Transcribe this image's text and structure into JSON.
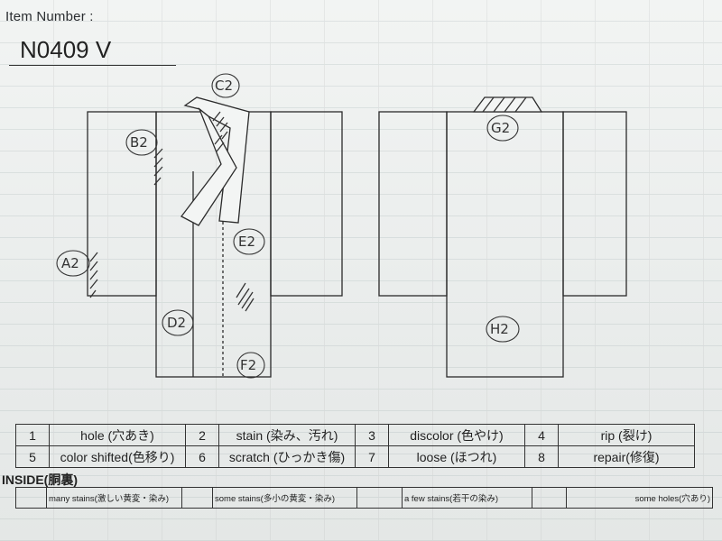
{
  "item": {
    "label": "Item Number :",
    "value": "N0409   V"
  },
  "marks": {
    "A": "A2",
    "B": "B2",
    "C": "C2",
    "D": "D2",
    "E": "E2",
    "F": "F2",
    "G": "G2",
    "H": "H2"
  },
  "legend": {
    "row1": [
      {
        "num": "1",
        "label": "hole (穴あき)"
      },
      {
        "num": "2",
        "label": "stain (染み、汚れ)"
      },
      {
        "num": "3",
        "label": "discolor (色やけ)"
      },
      {
        "num": "4",
        "label": "rip (裂け)"
      }
    ],
    "row2": [
      {
        "num": "5",
        "label": "color shifted(色移り)"
      },
      {
        "num": "6",
        "label": "scratch (ひっかき傷)"
      },
      {
        "num": "7",
        "label": "loose (ほつれ)"
      },
      {
        "num": "8",
        "label": "repair(修復)"
      }
    ]
  },
  "inside": {
    "title": "INSIDE(胴裏)",
    "items": [
      "many stains(激しい黄変・染み)",
      "some stains(多小の黄変・染み)",
      "a few stains(若干の染み)",
      "some holes(穴あり)"
    ]
  }
}
